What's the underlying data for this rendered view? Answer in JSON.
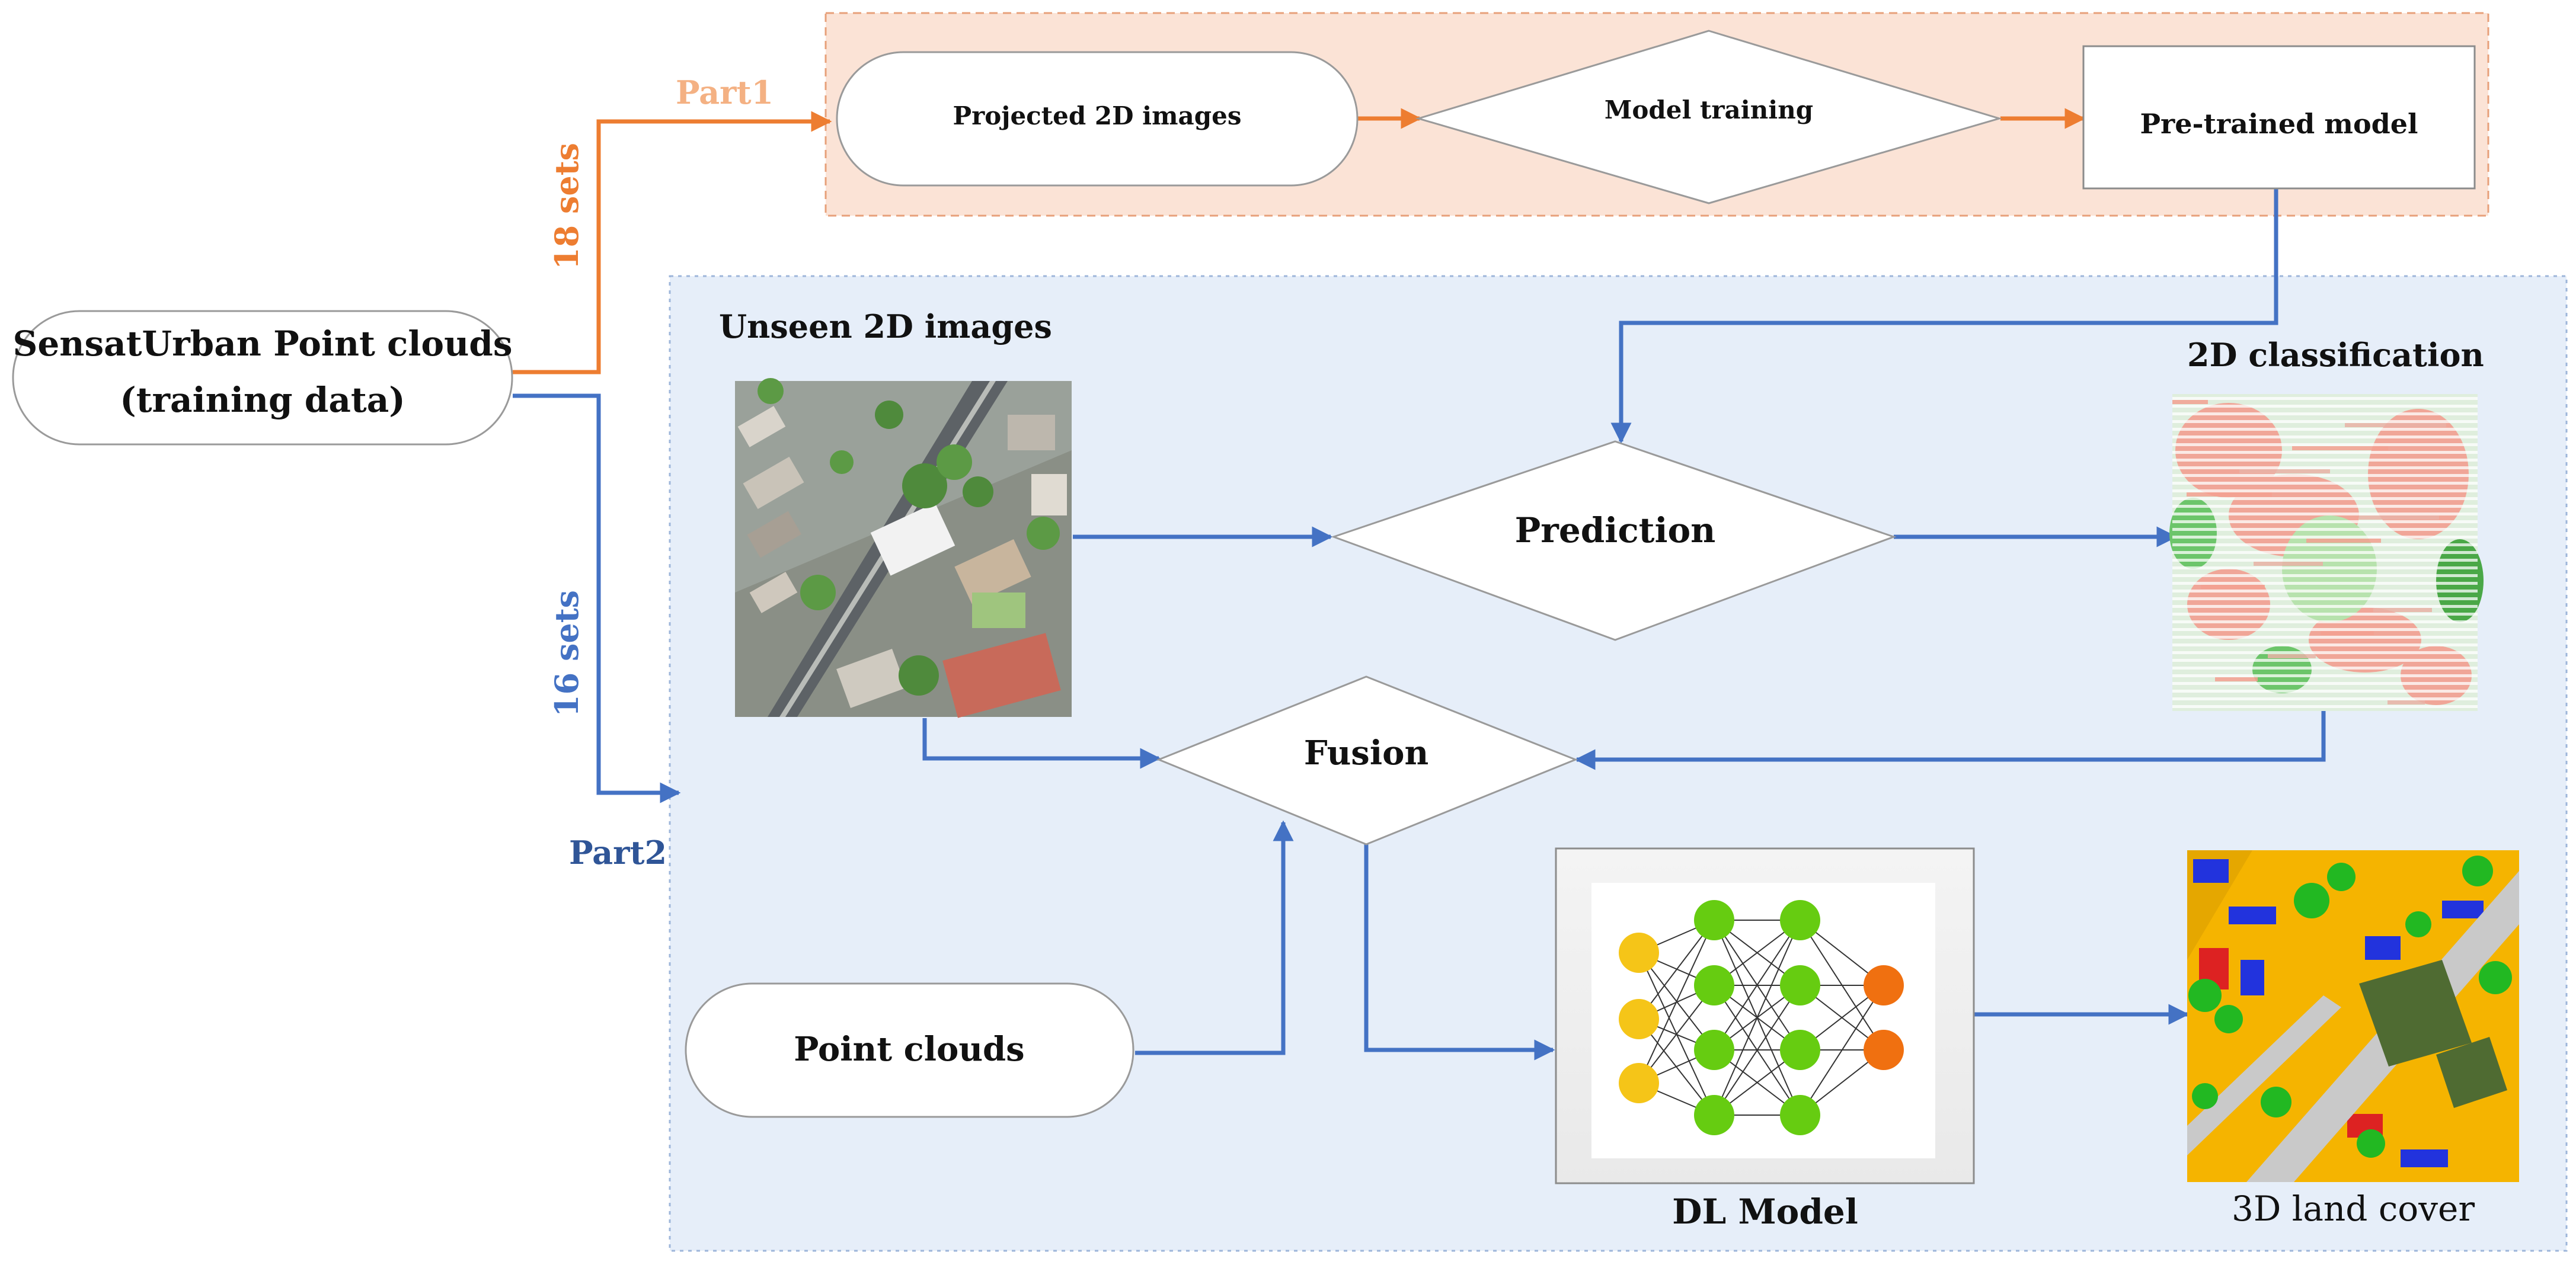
{
  "colors": {
    "orange": "#ED7D31",
    "blue": "#4472C4",
    "part1_label": "#F4B183",
    "part2_label": "#2F5597",
    "peach_bg": "#FBE3D6",
    "blue_bg": "#E6EEF9"
  },
  "nodes": {
    "source": {
      "line1": "SensatUrban Point clouds",
      "line2": "(training data)"
    },
    "projected": "Projected 2D images",
    "training": "Model training",
    "pretrained": "Pre-trained model",
    "unseen": "Unseen 2D images",
    "prediction": "Prediction",
    "classification": "2D classification",
    "fusion": "Fusion",
    "pointclouds": "Point clouds",
    "dlmodel": "DL Model",
    "landcover": "3D land cover"
  },
  "labels": {
    "part1": "Part1",
    "part2": "Part2",
    "sets18": "18 sets",
    "sets16": "16 sets"
  },
  "icons": {
    "aerial": "aerial-image-icon",
    "classification": "classification-map-icon",
    "neural_net": "neural-network-icon",
    "landcover": "3d-land-cover-icon"
  }
}
